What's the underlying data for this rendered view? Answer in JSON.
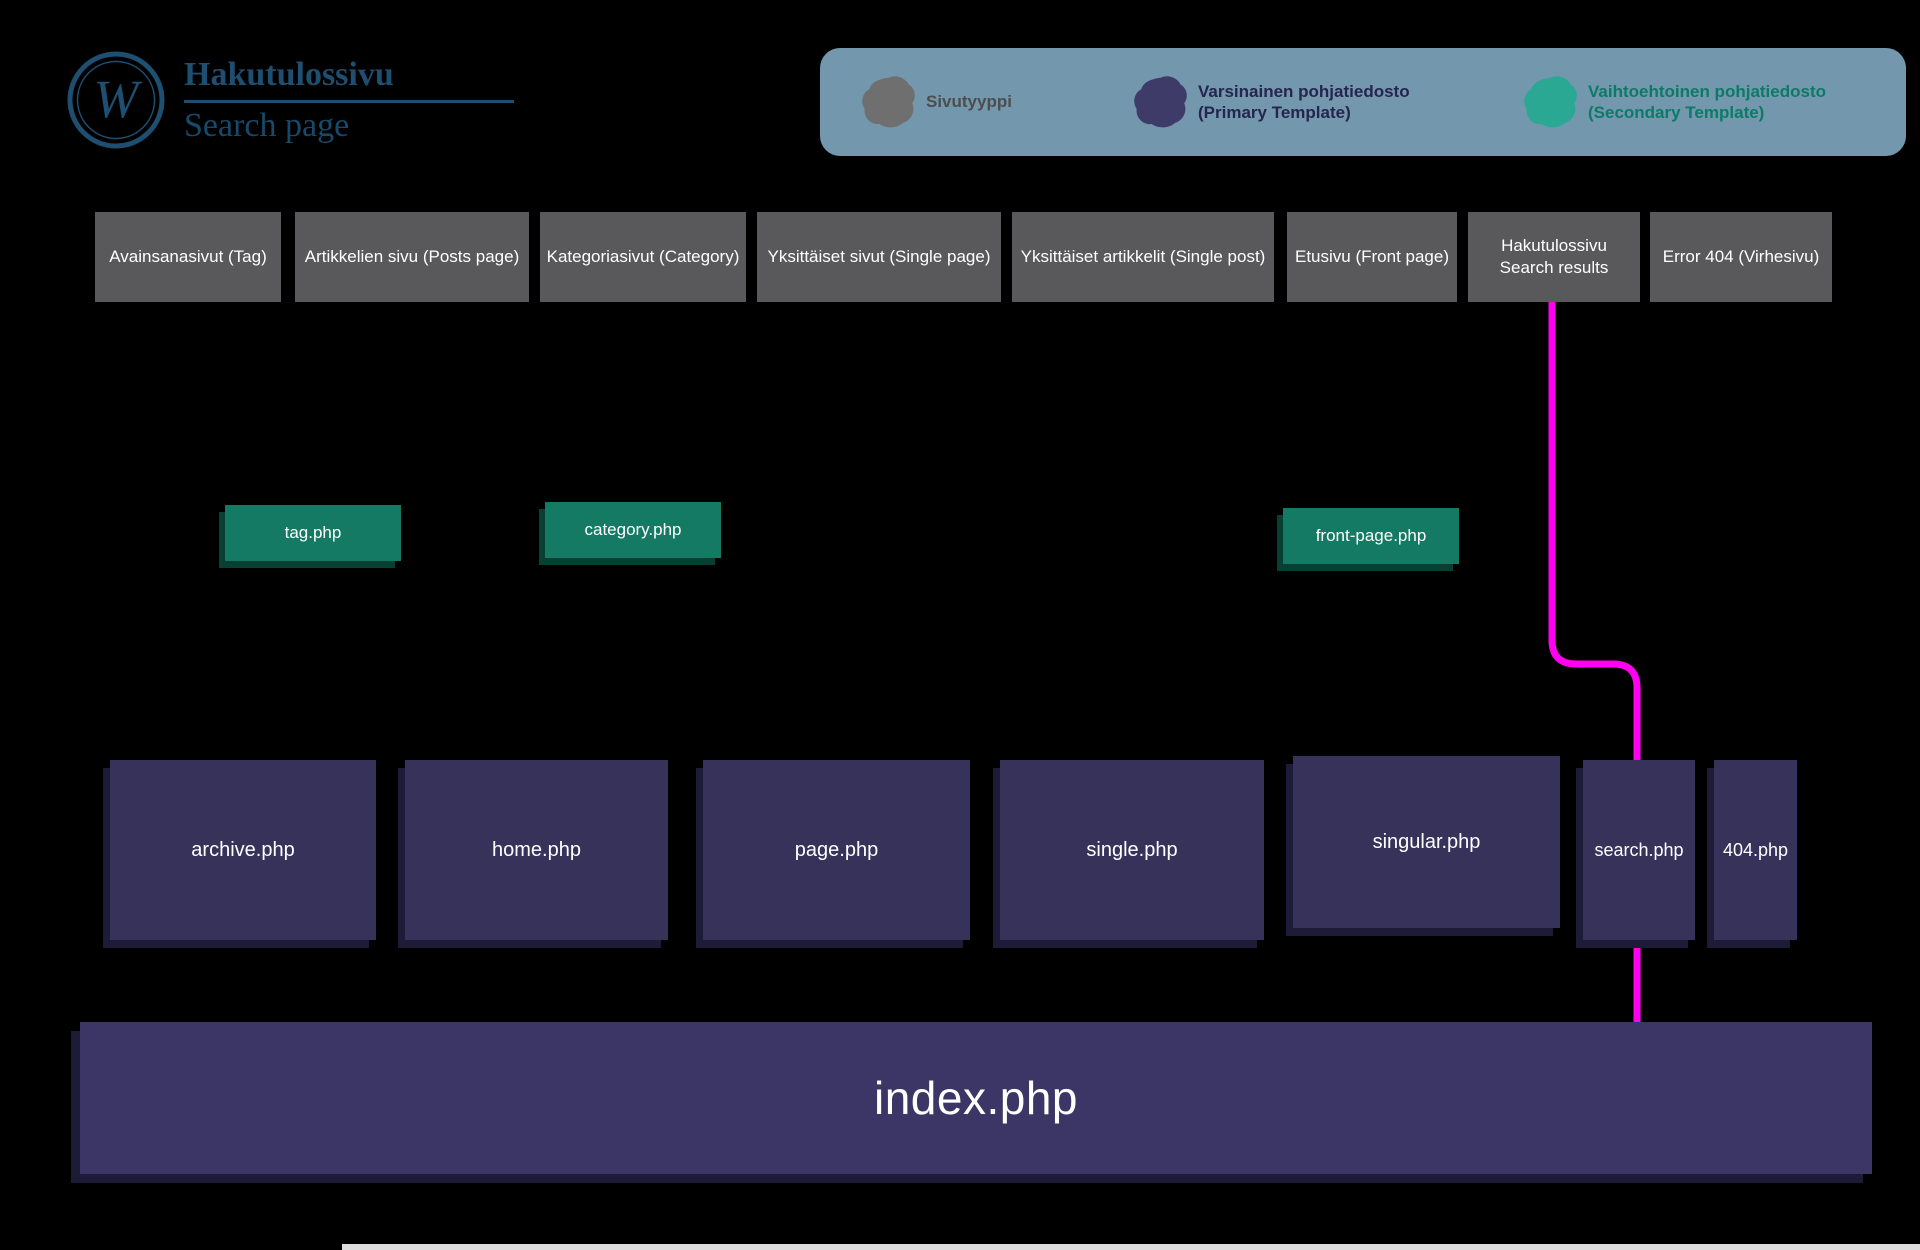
{
  "header": {
    "title_fi": "Hakutulossivu",
    "title_en": "Search page"
  },
  "legend": {
    "items": [
      {
        "id": "page-type",
        "label": "Sivutyyppi",
        "label2": ""
      },
      {
        "id": "primary-template",
        "label": "Varsinainen pohjatiedosto",
        "label2": "(Primary Template)"
      },
      {
        "id": "secondary-template",
        "label": "Vaihtoehtoinen pohjatiedosto",
        "label2": "(Secondary Template)"
      }
    ]
  },
  "page_types": [
    {
      "label": "Avainsanasivut (Tag)"
    },
    {
      "label": "Artikkelien sivu (Posts page)"
    },
    {
      "label": "Kategoriasivut (Category)"
    },
    {
      "label": "Yksittäiset sivut (Single page)"
    },
    {
      "label": "Yksittäiset artikkelit (Single post)"
    },
    {
      "label": "Etusivu (Front page)"
    },
    {
      "label": "Hakutulossivu",
      "label2": "Search results"
    },
    {
      "label": "Error 404 (Virhesivu)"
    }
  ],
  "secondary_templates": [
    {
      "label": "tag.php"
    },
    {
      "label": "category.php"
    },
    {
      "label": "front-page.php"
    }
  ],
  "primary_templates": [
    {
      "label": "archive.php"
    },
    {
      "label": "home.php"
    },
    {
      "label": "page.php"
    },
    {
      "label": "single.php"
    },
    {
      "label": "singular.php"
    },
    {
      "label": "search.php"
    },
    {
      "label": "404.php"
    }
  ],
  "fallback": {
    "label": "index.php"
  },
  "colors": {
    "page_type_box": "#59595b",
    "secondary_box": "#147a64",
    "primary_box": "#363259",
    "index_box": "#3b3665",
    "highlight_line": "#ff00f0",
    "legend_bg": "#7398ad",
    "title_text": "#1e4e70"
  }
}
